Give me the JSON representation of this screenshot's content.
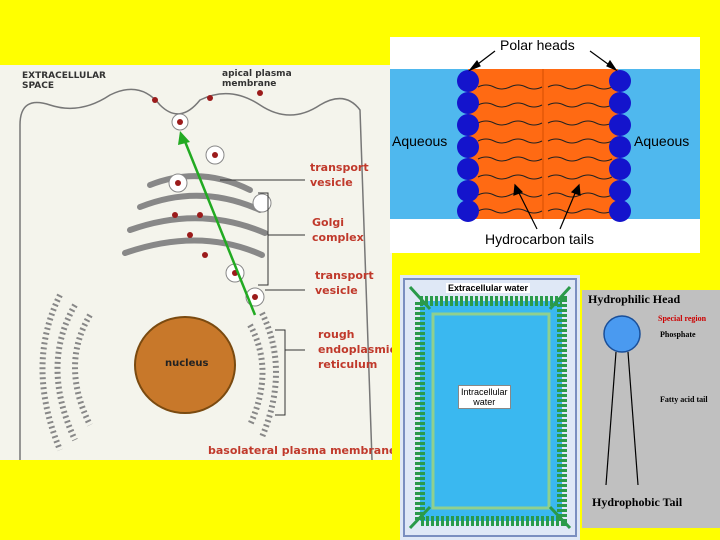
{
  "cell_diagram": {
    "extracellular_space": "EXTRACELLULAR\nSPACE",
    "apical_membrane": "apical plasma\nmembrane",
    "transport_vesicle_1": "transport\nvesicle",
    "golgi_complex": "Golgi\ncomplex",
    "transport_vesicle_2": "transport\nvesicle",
    "rough_er": "rough\nendoplasmic\nreticulum",
    "nucleus": "nucleus",
    "basolateral_membrane": "basolateral plasma membrane"
  },
  "bilayer_diagram": {
    "polar_heads": "Polar heads",
    "aqueous_left": "Aqueous",
    "aqueous_right": "Aqueous",
    "hydrocarbon_tails": "Hydrocarbon tails"
  },
  "membrane_diagram": {
    "extracellular_water": "Extracellular water",
    "intracellular_water": "Intracellular\nwater"
  },
  "phospholipid_diagram": {
    "hydrophilic_head": "Hydrophilic Head",
    "special_region": "Special region",
    "phosphate": "Phosphate",
    "fatty_acid_tail": "Fatty acid tail",
    "hydrophobic_tail": "Hydrophobic Tail"
  },
  "colors": {
    "background": "#ffff00",
    "nucleus": "#c8782a",
    "tails": "#ff6a13",
    "heads": "#1414cc",
    "aqueous": "#4fb8ee",
    "membrane_green": "#2a9a4a",
    "head_blue": "#4a9af0",
    "label_red": "#c0392b"
  }
}
